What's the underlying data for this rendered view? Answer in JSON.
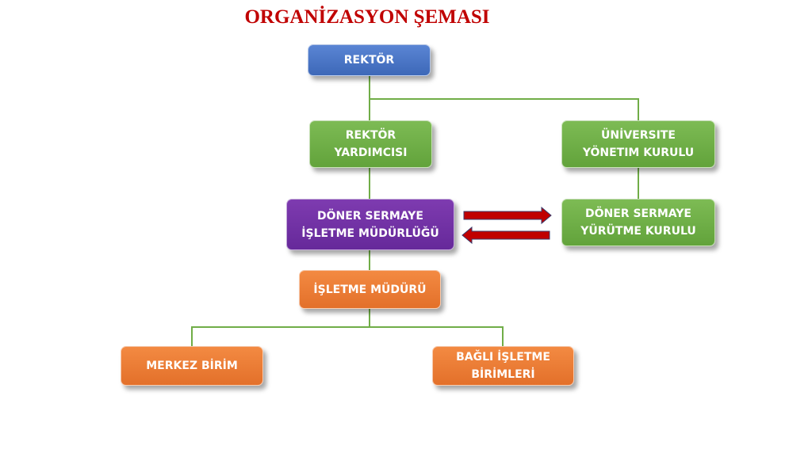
{
  "title": "ORGANİZASYON ŞEMASI",
  "nodes": {
    "rektor": "REKTÖR",
    "rektor_yardimcisi": "REKTÖR YARDIMCISI",
    "universite_yonetim_kurulu": "ÜNİVERSITE YÖNETIM KURULU",
    "doner_sermaye_isletme": "DÖNER SERMAYE İŞLETME MÜDÜRLÜĞÜ",
    "doner_sermaye_yurutme": "DÖNER SERMAYE YÜRÜTME KURULU",
    "isletme_muduru": "İŞLETME MÜDÜRÜ",
    "merkez_birim": "MERKEZ BİRİM",
    "bagli_isletme": "BAĞLI İŞLETME BİRİMLERİ"
  },
  "colors": {
    "blue": "#4472c4",
    "green": "#70ad47",
    "purple": "#7030a0",
    "orange": "#ed7d31",
    "red": "#c00000"
  }
}
